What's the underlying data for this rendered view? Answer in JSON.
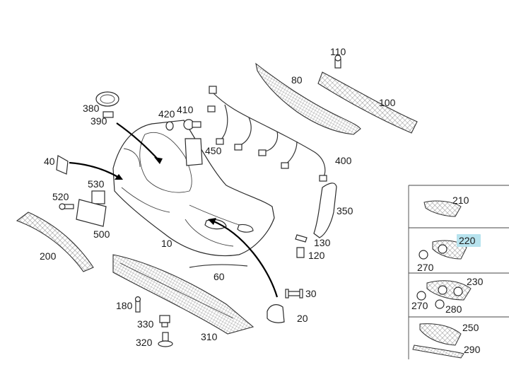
{
  "labels": {
    "l10": "10",
    "l20": "20",
    "l30": "30",
    "l40": "40",
    "l60": "60",
    "l80": "80",
    "l100": "100",
    "l110": "110",
    "l120": "120",
    "l130": "130",
    "l180": "180",
    "l200": "200",
    "l210": "210",
    "l220": "220",
    "l230": "230",
    "l250": "250",
    "l270a": "270",
    "l270b": "270",
    "l280": "280",
    "l290": "290",
    "l310": "310",
    "l320": "320",
    "l330": "330",
    "l350": "350",
    "l380": "380",
    "l390": "390",
    "l400": "400",
    "l410": "410",
    "l420": "420",
    "l450": "450",
    "l500": "500",
    "l520": "520",
    "l530": "530"
  },
  "highlight": {
    "label": "220",
    "color": "#b7e3ee"
  }
}
